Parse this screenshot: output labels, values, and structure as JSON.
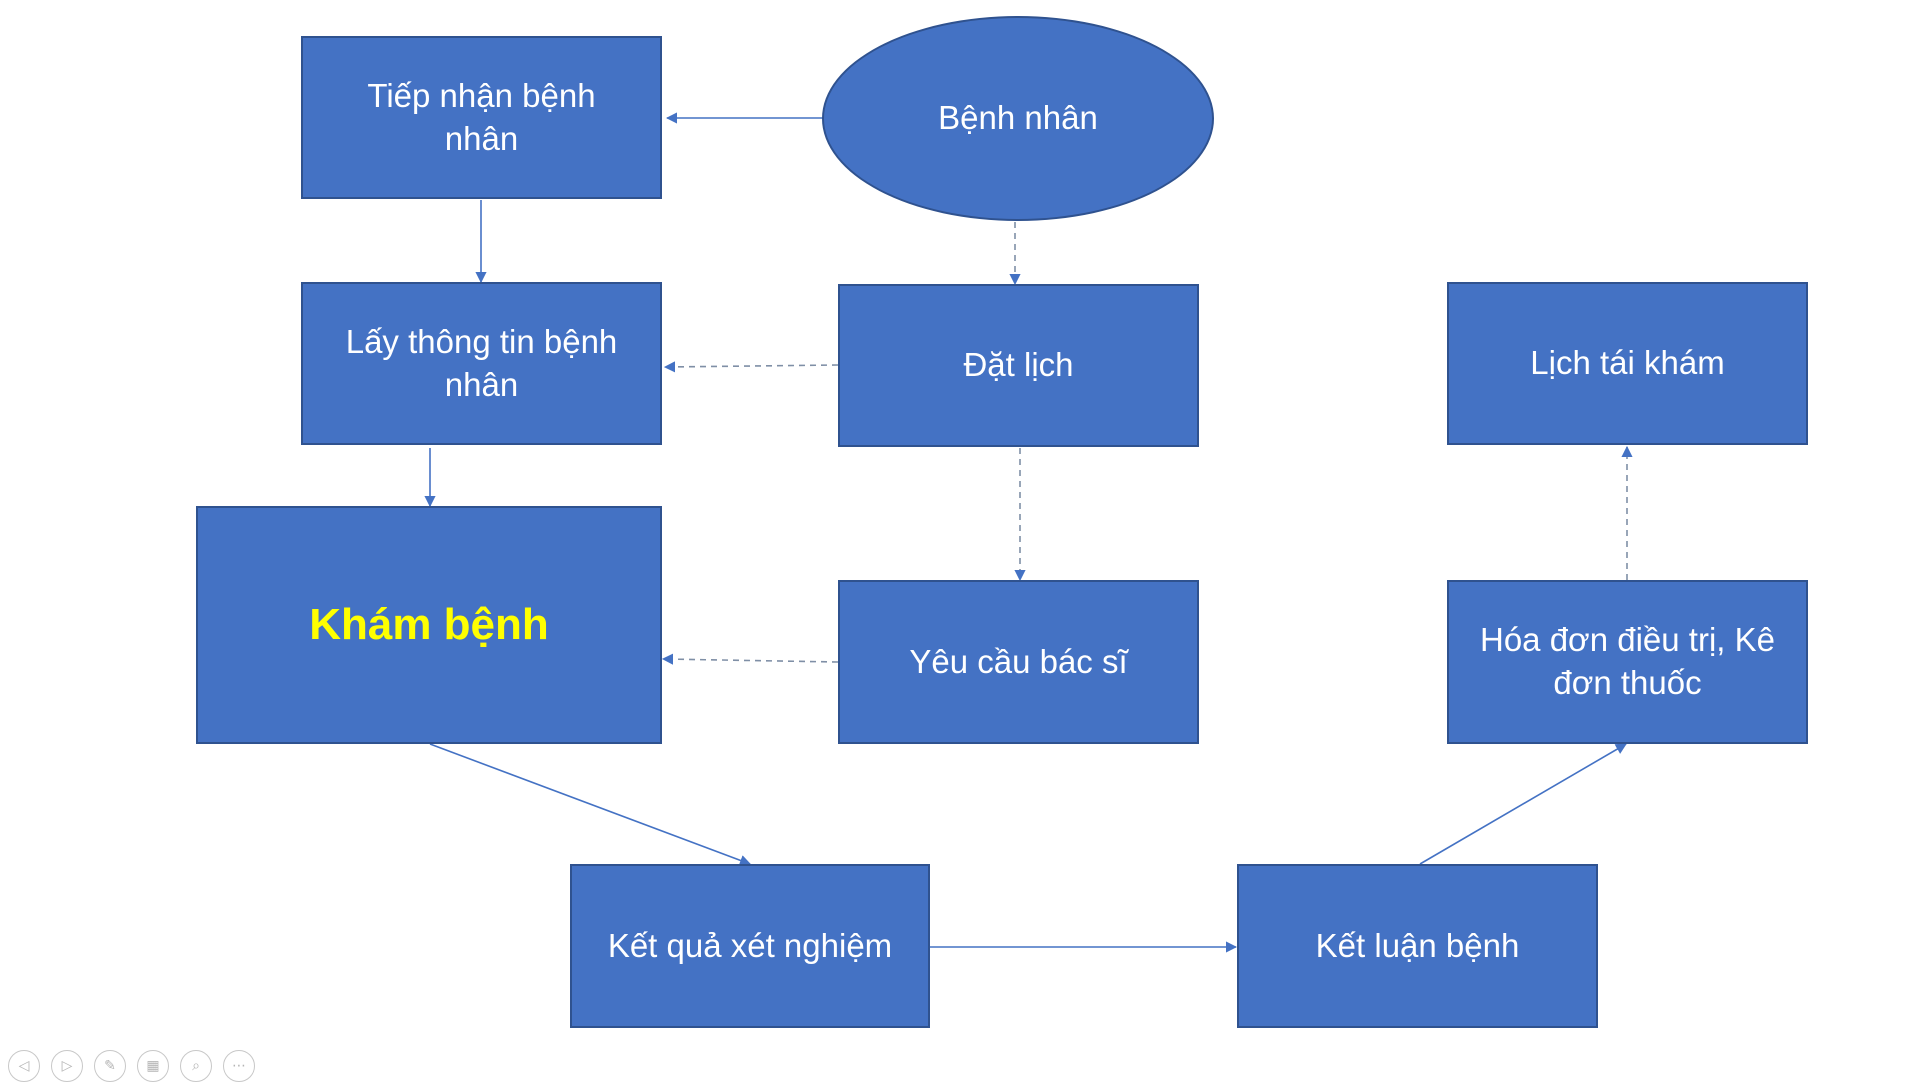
{
  "diagram": {
    "nodes": {
      "benh_nhan": "Bệnh nhân",
      "tiep_nhan": "Tiếp nhận bệnh nhân",
      "lay_thong_tin": "Lấy thông tin bệnh nhân",
      "dat_lich": "Đặt lịch",
      "kham_benh": "Khám bệnh",
      "yeu_cau_bac_si": "Yêu cầu bác sĩ",
      "ket_qua_xet_nghiem": "Kết quả xét nghiệm",
      "ket_luan_benh": "Kết luận bệnh",
      "hoa_don": "Hóa đơn điều trị, Kê đơn thuốc",
      "lich_tai_kham": "Lịch tái khám"
    },
    "edges": [
      {
        "from": "benh_nhan",
        "to": "tiep_nhan",
        "style": "solid"
      },
      {
        "from": "tiep_nhan",
        "to": "lay_thong_tin",
        "style": "solid"
      },
      {
        "from": "benh_nhan",
        "to": "dat_lich",
        "style": "dashed"
      },
      {
        "from": "dat_lich",
        "to": "lay_thong_tin",
        "style": "dashed"
      },
      {
        "from": "dat_lich",
        "to": "yeu_cau_bac_si",
        "style": "dashed"
      },
      {
        "from": "lay_thong_tin",
        "to": "kham_benh",
        "style": "solid"
      },
      {
        "from": "yeu_cau_bac_si",
        "to": "kham_benh",
        "style": "dashed"
      },
      {
        "from": "kham_benh",
        "to": "ket_qua_xet_nghiem",
        "style": "solid"
      },
      {
        "from": "ket_qua_xet_nghiem",
        "to": "ket_luan_benh",
        "style": "solid"
      },
      {
        "from": "ket_luan_benh",
        "to": "hoa_don",
        "style": "solid"
      },
      {
        "from": "hoa_don",
        "to": "lich_tai_kham",
        "style": "dashed"
      }
    ]
  },
  "colors": {
    "node_fill": "#4472c4",
    "node_border": "#2f528f",
    "node_text": "#ffffff",
    "highlight_text": "#ffff00",
    "edge": "#4472c4",
    "dashed_edge": "#7f8fa6"
  },
  "toolbar": {
    "icons": [
      "previous-slide-icon",
      "next-slide-icon",
      "pen-icon",
      "slide-grid-icon",
      "zoom-icon",
      "more-options-icon"
    ]
  }
}
